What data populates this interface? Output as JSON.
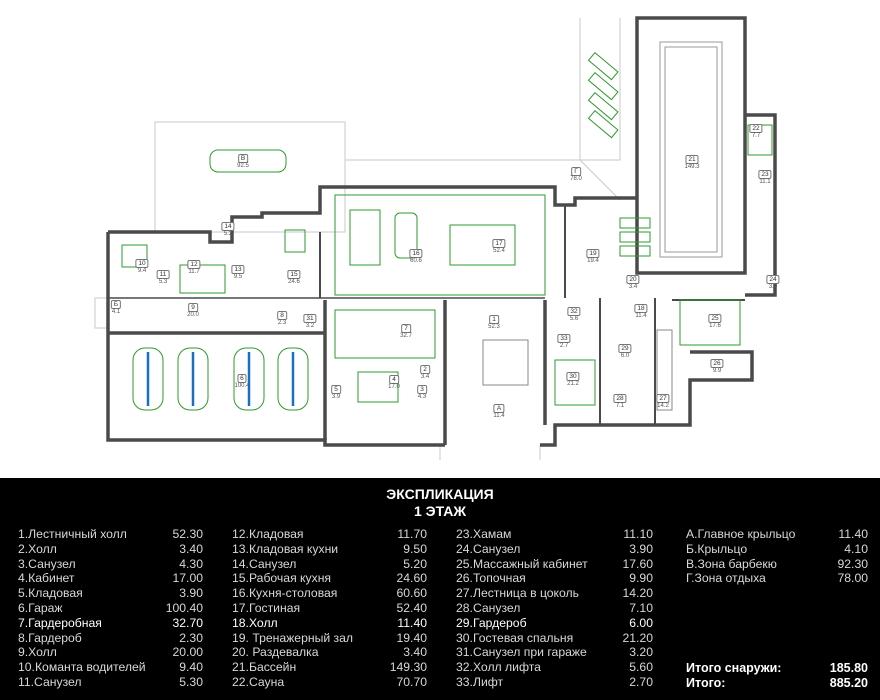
{
  "plan": {
    "tags": [
      {
        "n": "В",
        "a": "92.5"
      },
      {
        "n": "14",
        "a": "5.2"
      },
      {
        "n": "10",
        "a": "9.4"
      },
      {
        "n": "11",
        "a": "5.3"
      },
      {
        "n": "12",
        "a": "11.7"
      },
      {
        "n": "13",
        "a": "9.5"
      },
      {
        "n": "15",
        "a": "24.6"
      },
      {
        "n": "16",
        "a": "60.6"
      },
      {
        "n": "Б",
        "a": "4.1"
      },
      {
        "n": "9",
        "a": "20.0"
      },
      {
        "n": "8",
        "a": "2.3"
      },
      {
        "n": "31",
        "a": "3.2"
      },
      {
        "n": "7",
        "a": "32.7"
      },
      {
        "n": "6",
        "a": "100.4"
      },
      {
        "n": "5",
        "a": "3.9"
      },
      {
        "n": "4",
        "a": "17.0"
      },
      {
        "n": "2",
        "a": "3.4"
      },
      {
        "n": "3",
        "a": "4.3"
      },
      {
        "n": "17",
        "a": "52.4"
      },
      {
        "n": "Г",
        "a": "78.0"
      },
      {
        "n": "21",
        "a": "149.3"
      },
      {
        "n": "22",
        "a": "7.7"
      },
      {
        "n": "23",
        "a": "11.1"
      },
      {
        "n": "19",
        "a": "19.4"
      },
      {
        "n": "20",
        "a": "3.4"
      },
      {
        "n": "24",
        "a": "3.9"
      },
      {
        "n": "1",
        "a": "52.3"
      },
      {
        "n": "32",
        "a": "5.6"
      },
      {
        "n": "18",
        "a": "11.4"
      },
      {
        "n": "25",
        "a": "17.6"
      },
      {
        "n": "33",
        "a": "2.7"
      },
      {
        "n": "29",
        "a": "6.0"
      },
      {
        "n": "30",
        "a": "21.2"
      },
      {
        "n": "26",
        "a": "9.9"
      },
      {
        "n": "28",
        "a": "7.1"
      },
      {
        "n": "27",
        "a": "14.2"
      },
      {
        "n": "А",
        "a": "11.4"
      }
    ]
  },
  "legend": {
    "title1": "ЭКСПЛИКАЦИЯ",
    "title2": "1 ЭТАЖ",
    "columns": [
      [
        {
          "label": "1.Лестничный холл",
          "value": "52.30"
        },
        {
          "label": "2.Холл",
          "value": "3.40"
        },
        {
          "label": "3.Санузел",
          "value": "4.30"
        },
        {
          "label": "4.Кабинет",
          "value": "17.00"
        },
        {
          "label": "5.Кладовая",
          "value": "3.90"
        },
        {
          "label": "6.Гараж",
          "value": "100.40"
        },
        {
          "label": "7.Гардеробная",
          "value": "32.70",
          "hl": true
        },
        {
          "label": "8.Гардероб",
          "value": "2.30"
        },
        {
          "label": "9.Холл",
          "value": "20.00"
        },
        {
          "label": "10.Команта водителей",
          "value": "9.40"
        },
        {
          "label": "11.Санузел",
          "value": "5.30"
        }
      ],
      [
        {
          "label": "12.Кладовая",
          "value": "11.70"
        },
        {
          "label": "13.Кладовая кухни",
          "value": "9.50"
        },
        {
          "label": "14.Санузел",
          "value": "5.20"
        },
        {
          "label": "15.Рабочая кухня",
          "value": "24.60"
        },
        {
          "label": "16.Кухня-столовая",
          "value": "60.60"
        },
        {
          "label": "17.Гостиная",
          "value": "52.40"
        },
        {
          "label": "18.Холл",
          "value": "11.40",
          "hl": true
        },
        {
          "label": "19. Тренажерный зал",
          "value": "19.40"
        },
        {
          "label": "20. Раздевалка",
          "value": "3.40"
        },
        {
          "label": "21.Бассейн",
          "value": "149.30"
        },
        {
          "label": "22.Сауна",
          "value": "70.70"
        }
      ],
      [
        {
          "label": "23.Хамам",
          "value": "11.10"
        },
        {
          "label": "24.Санузел",
          "value": "3.90"
        },
        {
          "label": "25.Массажный кабинет",
          "value": "17.60"
        },
        {
          "label": "26.Топочная",
          "value": "9.90"
        },
        {
          "label": "27.Лестница в цоколь",
          "value": "14.20"
        },
        {
          "label": "28.Санузел",
          "value": "7.10"
        },
        {
          "label": "29.Гардероб",
          "value": "6.00",
          "hl": true
        },
        {
          "label": "30.Гостевая спальня",
          "value": "21.20"
        },
        {
          "label": "31.Санузел при гараже",
          "value": "3.20"
        },
        {
          "label": "32.Холл лифта",
          "value": "5.60"
        },
        {
          "label": "33.Лифт",
          "value": "2.70"
        }
      ],
      [
        {
          "label": "А.Главное крыльцо",
          "value": "11.40"
        },
        {
          "label": "Б.Крыльцо",
          "value": "4.10"
        },
        {
          "label": "В.Зона барбекю",
          "value": "92.30"
        },
        {
          "label": "Г.Зона отдыха",
          "value": "78.00"
        }
      ]
    ],
    "total_outside_label": "Итого снаружи:",
    "total_outside_value": "185.80",
    "total_label": "Итого:",
    "total_value": "885.20"
  },
  "colors": {
    "wall": "#4a4a4a",
    "furniture": "#2e9a2e",
    "fixture": "#1a6fc0",
    "outline": "#bbbbbb"
  }
}
